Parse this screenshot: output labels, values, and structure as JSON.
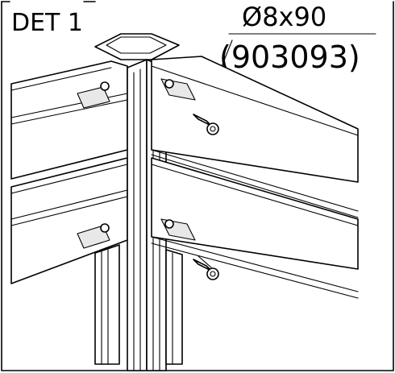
{
  "detail": {
    "label": "DET 1",
    "callout_size": "Ø8x90",
    "callout_part": "(903093)"
  },
  "colors": {
    "ink": "#000000",
    "paper": "#ffffff",
    "shade": "#e8e8e8"
  }
}
